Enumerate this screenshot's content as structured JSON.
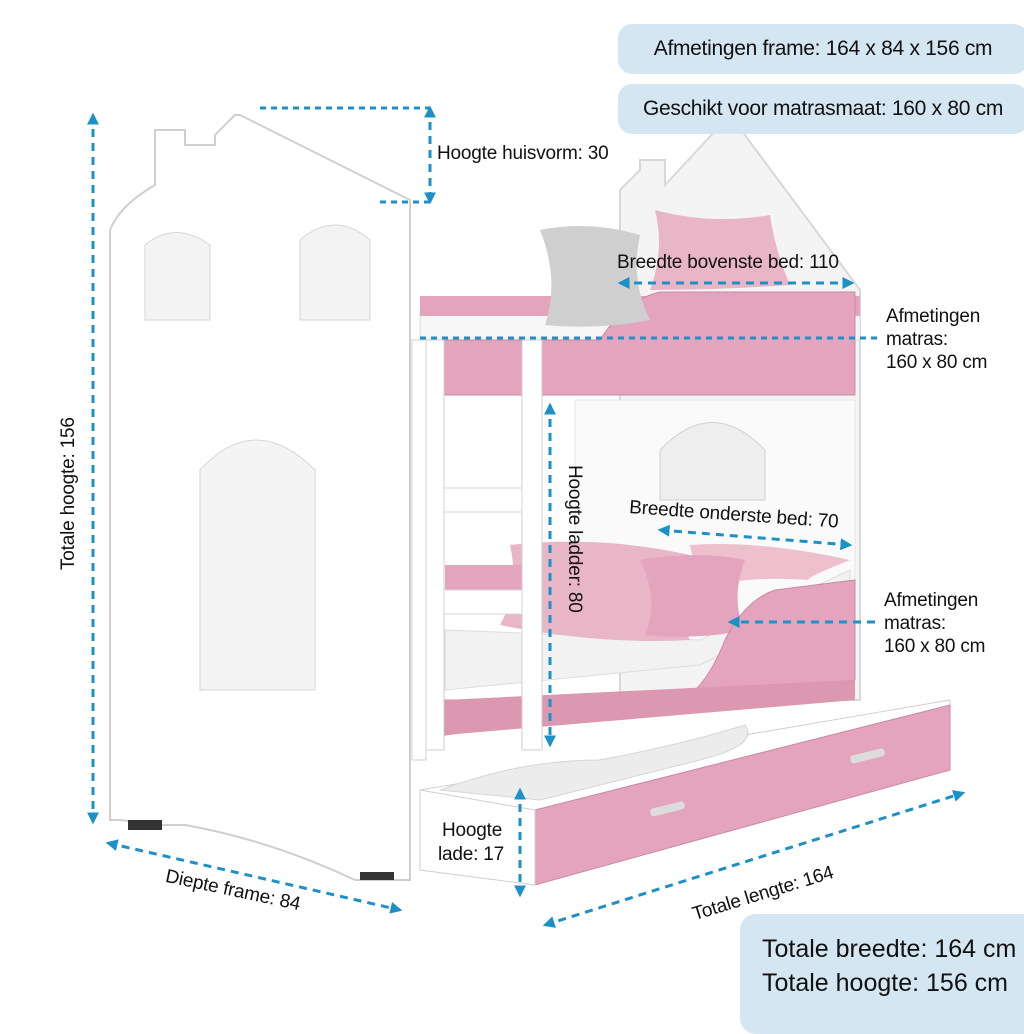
{
  "info": {
    "frame": "Afmetingen frame: 164 x 84 x 156 cm",
    "mattress_size": "Geschikt voor matrasmaat: 160 x 80 cm"
  },
  "labels": {
    "house_height": "Hoogte huisvorm: 30",
    "top_bed_width": "Breedte bovenste bed: 110",
    "top_mattress_l1": "Afmetingen",
    "top_mattress_l2": "matras:",
    "top_mattress_l3": "160 x 80 cm",
    "total_height": "Totale hoogte: 156",
    "ladder_height": "Hoogte ladder: 80",
    "bottom_bed_width": "Breedte onderste bed: 70",
    "bottom_mattress_l1": "Afmetingen",
    "bottom_mattress_l2": "matras:",
    "bottom_mattress_l3": "160 x 80 cm",
    "drawer_height_l1": "Hoogte",
    "drawer_height_l2": "lade: 17",
    "depth": "Diepte frame: 84",
    "total_length": "Totale lengte: 164"
  },
  "totals": {
    "width": "Totale breedte: 164 cm",
    "height": "Totale hoogte: 156 cm"
  },
  "colors": {
    "pink": "#e4a4bd",
    "arrow": "#1e90c8",
    "pill": "#d4e6f1"
  }
}
